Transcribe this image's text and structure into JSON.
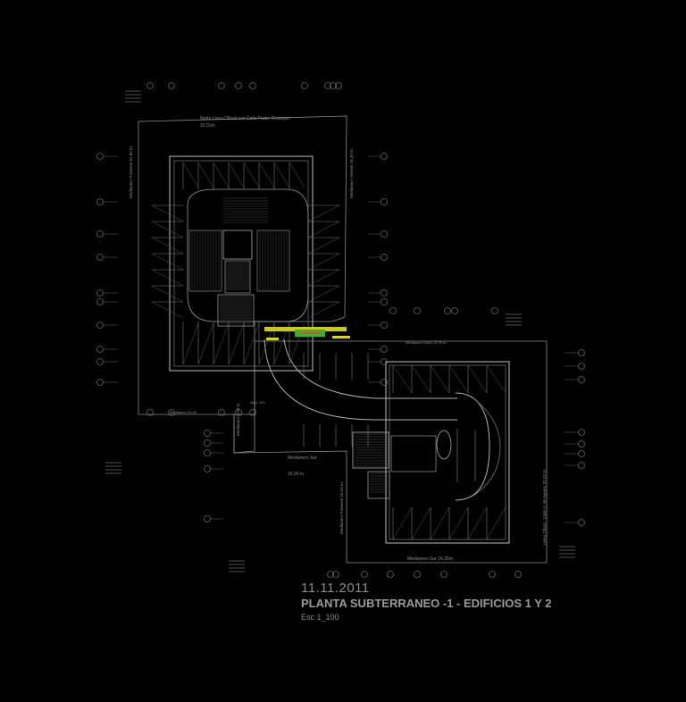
{
  "plan": {
    "title": "PLANTA SUBTERRANEO -1 - EDIFICIOS 1 Y 2",
    "date": "11.11.2011",
    "scale": "Esc 1_100",
    "labels": {
      "north_line": "Norte Linea Oficial con Calle Padre Restrepo",
      "north_length": "32,01m",
      "west_wall_1": "Medianero Poniente 61,80 m.",
      "east_wall_1": "Medianero Oriente 33,40 m.",
      "mid_wall": "Medianero 5,00 m",
      "south_wall_1": "Medianero Sur",
      "south_length_1": "16,00 m.",
      "west_wall_2": "Medianero Poniente 16,04 m.",
      "south_wall_2": "Medianero Sur 24,30m.",
      "east_line_2": "Linea Oficial · Calle H. de Aguirre 32,02 m.",
      "north_wall_2": "Medianero Norte 10,00 m.",
      "west_small": "Medianero 53,00",
      "mid_small": "Med. 120"
    }
  }
}
